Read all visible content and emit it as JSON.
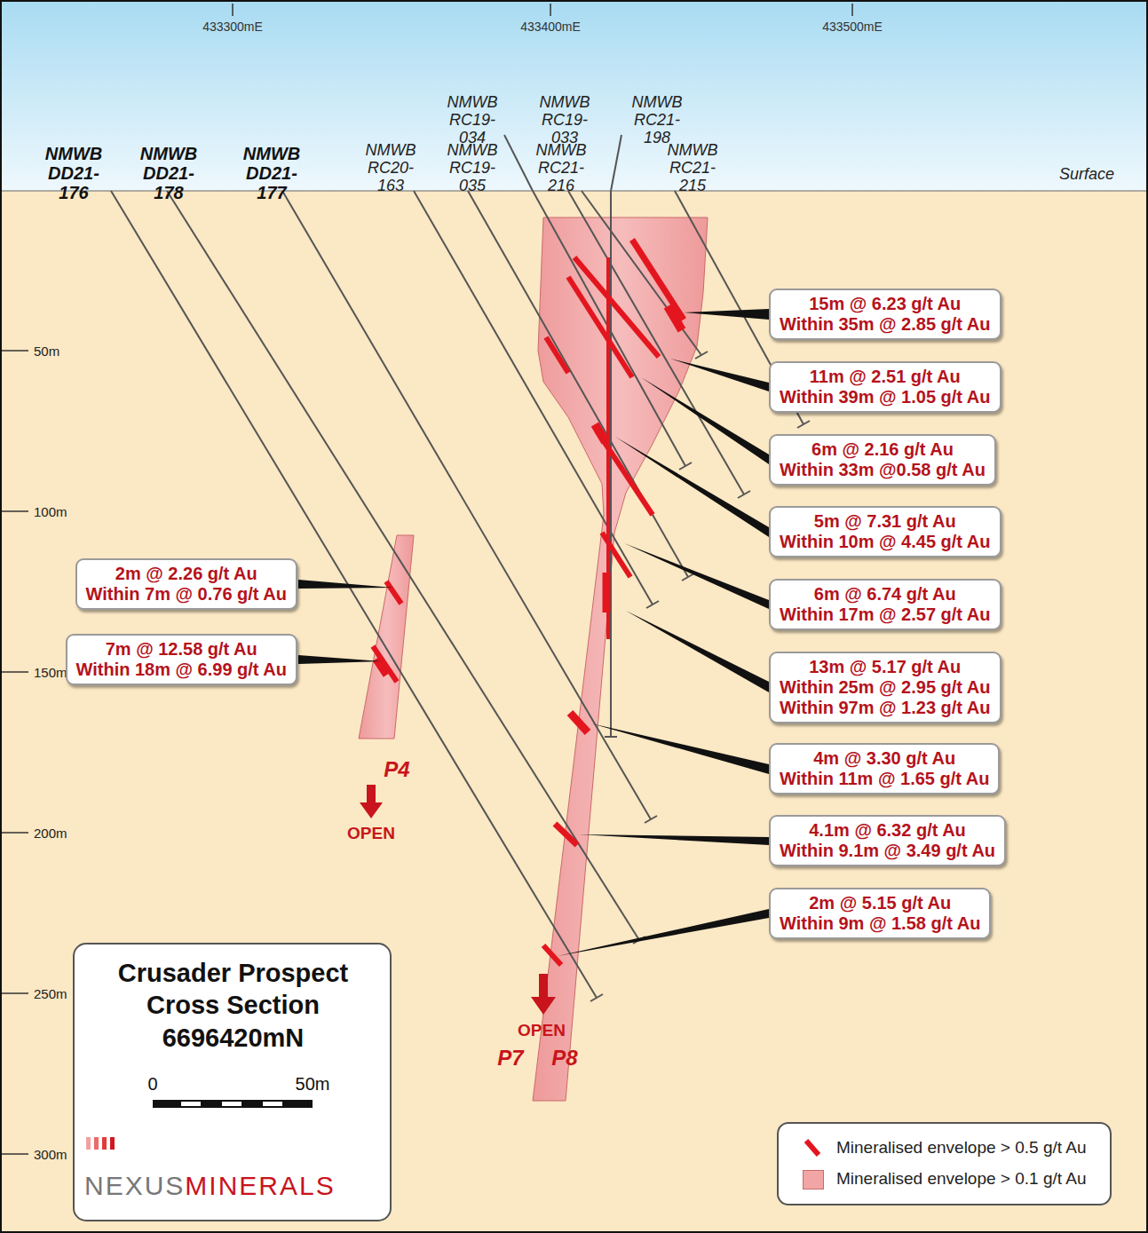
{
  "diagram": {
    "title": "Crusader Prospect Cross Section 6696420mN",
    "nodes": [
      {
        "text": [
          "15m @ 6.23 g/t Au",
          "Within 35m @ 2.85 g/t Au"
        ]
      },
      {
        "text": [
          "11m @ 2.51 g/t Au",
          "Within 39m @ 1.05 g/t Au"
        ]
      },
      {
        "text": [
          "6m @ 2.16 g/t Au",
          "Within 33m @0.58 g/t Au"
        ]
      },
      {
        "text": [
          "5m @ 7.31 g/t Au",
          "Within 10m @ 4.45 g/t Au"
        ]
      },
      {
        "text": [
          "2m @ 2.26 g/t Au",
          "Within 7m @ 0.76 g/t Au"
        ]
      },
      {
        "text": [
          "6m @ 6.74 g/t Au",
          "Within 17m @ 2.57 g/t Au"
        ]
      },
      {
        "text": [
          "7m @ 12.58 g/t Au",
          "Within 18m @ 6.99 g/t Au"
        ]
      },
      {
        "text": [
          "13m @ 5.17 g/t Au",
          "Within 25m @ 2.95 g/t Au",
          "Within 97m @ 1.23 g/t Au"
        ]
      },
      {
        "text": [
          "4m @ 3.30 g/t Au",
          "Within 11m @ 1.65 g/t Au"
        ]
      },
      {
        "text": [
          "4.1m @ 6.32 g/t Au",
          "Within 9.1m @ 3.49 g/t Au"
        ]
      },
      {
        "text": [
          "2m @ 5.15 g/t Au",
          "Within 9m @ 1.58 g/t Au"
        ]
      }
    ],
    "labels": [
      "433300mE",
      "433400mE",
      "433500mE",
      "NMWB DD21-176",
      "NMWB DD21-178",
      "NMWB DD21-177",
      "NMWB RC20-163",
      "NMWB RC19-035",
      "NMWB RC19-034",
      "NMWB RC21-216",
      "NMWB RC19-033",
      "NMWB RC21-198",
      "NMWB RC21-215",
      "Surface",
      "50m",
      "100m",
      "150m",
      "200m",
      "250m",
      "300m",
      "P4",
      "OPEN",
      "OPEN",
      "P7",
      "P8",
      "0",
      "50m",
      "NEXUS",
      "MINERALS"
    ],
    "legend": [
      {
        "text": "Mineralised envelope > 0.5 g/t Au",
        "color": "#e3161f"
      },
      {
        "text": "Mineralised envelope > 0.1 g/t Au",
        "color": "#f2a5a5"
      }
    ]
  }
}
